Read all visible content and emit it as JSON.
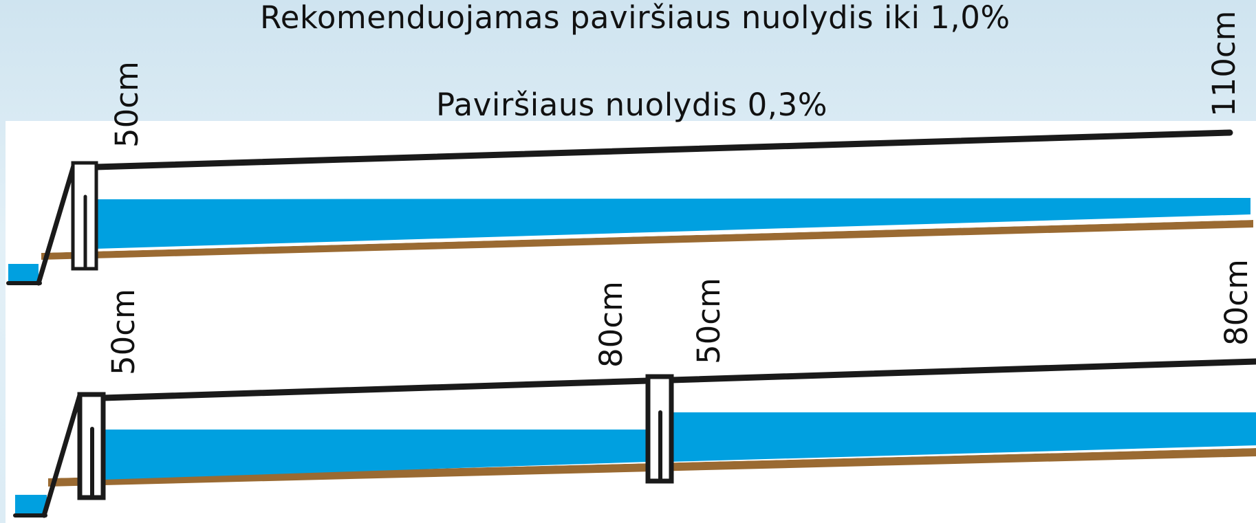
{
  "titles": {
    "recommended": "Rekomenduojamas paviršiaus nuolydis iki 1,0%",
    "actual": "Paviršiaus nuolydis 0,3%"
  },
  "diagram_top": {
    "depth_start": "50cm",
    "depth_end": "110cm"
  },
  "diagram_bottom": {
    "depth_start_1": "50cm",
    "depth_end_1": "80cm",
    "depth_start_2": "50cm",
    "depth_end_2": "80cm"
  },
  "colors": {
    "water": "#00a0e0",
    "soil": "#9a6a32",
    "outline": "#1a1a1a",
    "panel": "#ffffff"
  }
}
